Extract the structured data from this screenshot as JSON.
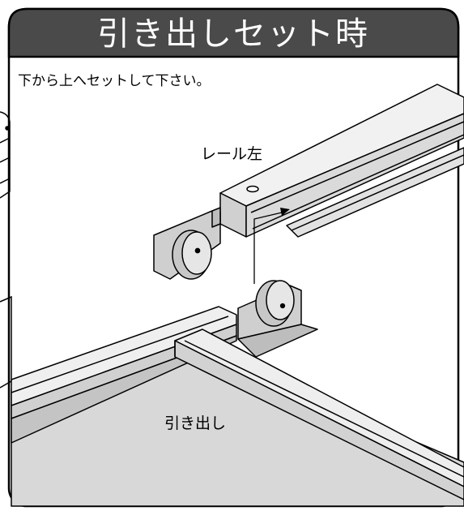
{
  "header": {
    "title": "引き出しセット時"
  },
  "instruction": "下から上へセットして下さい。",
  "labels": {
    "rail": "レール左",
    "drawer": "引き出し"
  },
  "colors": {
    "title_bar": "#4a4a4a",
    "title_text": "#ffffff",
    "part_fill": "#d8d8d8",
    "part_fill_dark": "#bdbdbd",
    "outline": "#000000",
    "background": "#ffffff"
  }
}
